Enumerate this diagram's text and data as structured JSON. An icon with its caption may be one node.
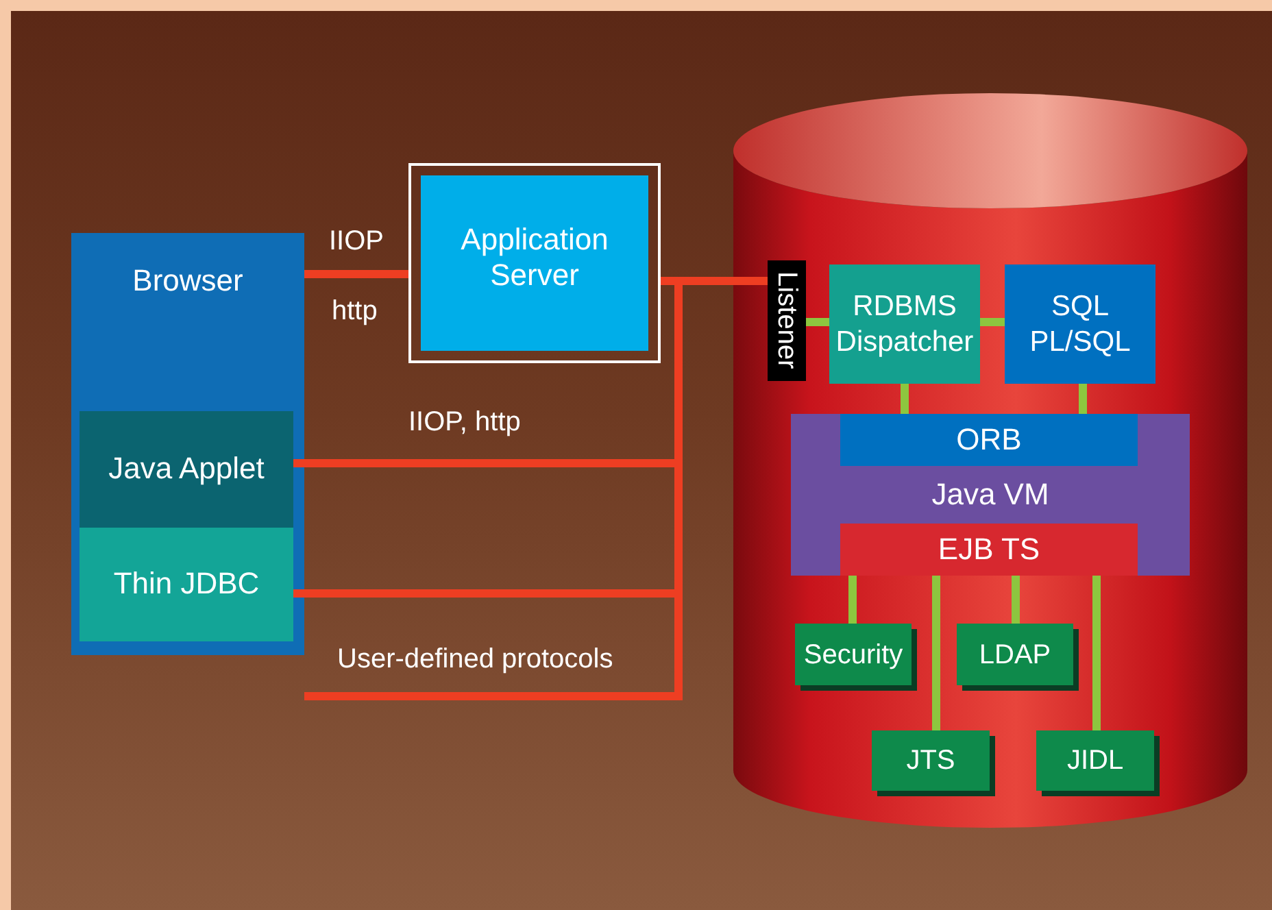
{
  "diagram": {
    "nodes": [
      {
        "text": [
          "Browser"
        ]
      },
      {
        "text": [
          "Java Applet"
        ],
        "in": 0
      },
      {
        "text": [
          "Thin JDBC"
        ],
        "in": 0
      },
      {
        "text": [
          "Application Server"
        ]
      },
      {
        "text": [],
        "shape": "cylinder"
      },
      {
        "text": [
          "Listener"
        ],
        "in": 4
      },
      {
        "text": [
          "RDBMS Dispatcher"
        ],
        "in": 4
      },
      {
        "text": [
          "SQL PL/SQL"
        ],
        "in": 4
      },
      {
        "text": [
          "Java VM"
        ],
        "in": 4
      },
      {
        "text": [
          "ORB"
        ],
        "in": 8
      },
      {
        "text": [
          "EJB TS"
        ],
        "in": 8
      },
      {
        "text": [
          "Security"
        ],
        "in": 4
      },
      {
        "text": [
          "LDAP"
        ],
        "in": 4
      },
      {
        "text": [
          "JTS"
        ],
        "in": 4
      },
      {
        "text": [
          "JIDL"
        ],
        "in": 4
      }
    ],
    "edges": [
      {
        "from": 0,
        "to": 3,
        "arrow": "none",
        "label": "IIOP",
        "color": "#ee3e22"
      },
      {
        "from": 3,
        "to": 5,
        "arrow": "none",
        "color": "#ee3e22"
      },
      {
        "from": 1,
        "to": 5,
        "arrow": "none",
        "label": "IIOP, http",
        "color": "#ee3e22"
      },
      {
        "from": 2,
        "to": 5,
        "arrow": "none",
        "color": "#ee3e22"
      },
      {
        "from": null,
        "to": 5,
        "arrow": "none",
        "label": "User-defined protocols",
        "color": "#ee3e22"
      },
      {
        "from": 5,
        "to": 6,
        "arrow": "none"
      },
      {
        "from": 6,
        "to": 7,
        "arrow": "none"
      },
      {
        "from": 6,
        "to": 9,
        "arrow": "none"
      },
      {
        "from": 7,
        "to": 9,
        "arrow": "none"
      },
      {
        "from": 10,
        "to": 11,
        "arrow": "none"
      },
      {
        "from": 10,
        "to": 13,
        "arrow": "none"
      },
      {
        "from": 10,
        "to": 12,
        "arrow": "none"
      },
      {
        "from": 10,
        "to": 14,
        "arrow": "none"
      }
    ],
    "labels": [
      "http"
    ]
  }
}
